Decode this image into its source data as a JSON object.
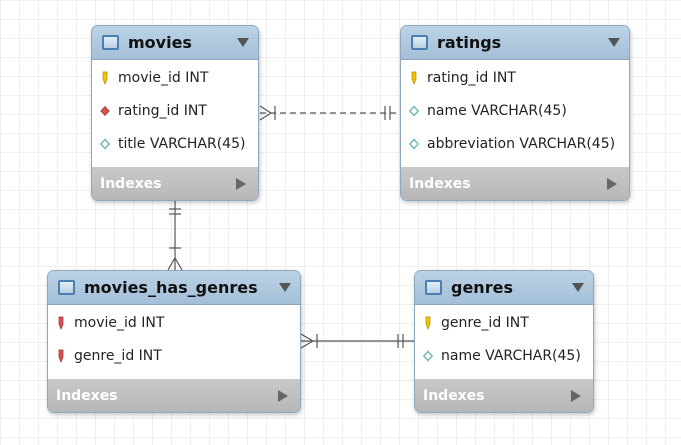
{
  "diagram": {
    "tables": [
      {
        "name": "movies",
        "columns": [
          {
            "text": "movie_id INT",
            "kind": "pk"
          },
          {
            "text": "rating_id INT",
            "kind": "fk"
          },
          {
            "text": "title VARCHAR(45)",
            "kind": "col"
          }
        ],
        "footer": "Indexes"
      },
      {
        "name": "ratings",
        "columns": [
          {
            "text": "rating_id INT",
            "kind": "pk"
          },
          {
            "text": "name VARCHAR(45)",
            "kind": "col"
          },
          {
            "text": "abbreviation VARCHAR(45)",
            "kind": "col"
          }
        ],
        "footer": "Indexes"
      },
      {
        "name": "movies_has_genres",
        "columns": [
          {
            "text": "movie_id INT",
            "kind": "pkfk"
          },
          {
            "text": "genre_id INT",
            "kind": "pkfk"
          }
        ],
        "footer": "Indexes"
      },
      {
        "name": "genres",
        "columns": [
          {
            "text": "genre_id INT",
            "kind": "pk"
          },
          {
            "text": "name VARCHAR(45)",
            "kind": "col"
          }
        ],
        "footer": "Indexes"
      }
    ],
    "relationships": [
      {
        "from": "movies",
        "to": "ratings",
        "style": "dashed"
      },
      {
        "from": "movies",
        "to": "movies_has_genres",
        "style": "solid"
      },
      {
        "from": "movies_has_genres",
        "to": "genres",
        "style": "solid"
      }
    ],
    "colors": {
      "header": "#a9c4db",
      "footer": "#bdbdbd",
      "key": "#f2c400",
      "fk": "#d9534f",
      "column": "#8fcfc8",
      "line": "#555555"
    }
  }
}
